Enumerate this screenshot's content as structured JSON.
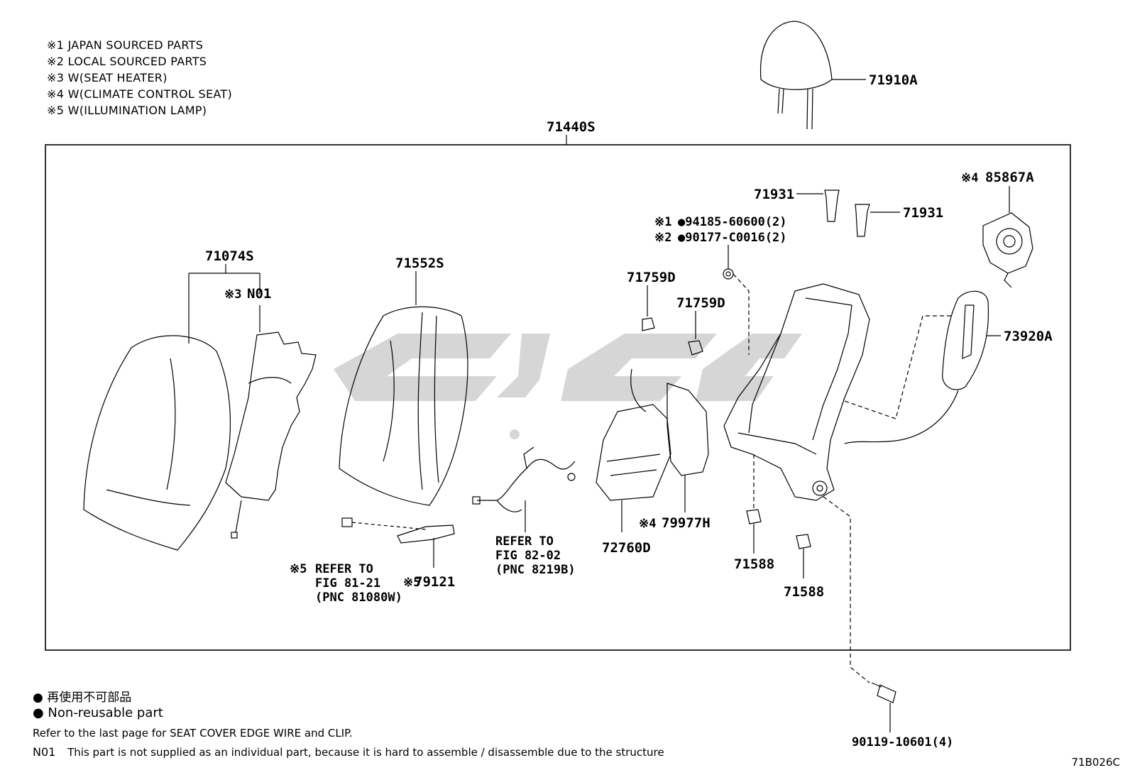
{
  "notes": [
    "※1 JAPAN SOURCED PARTS",
    "※2 LOCAL SOURCED PARTS",
    "※3 W(SEAT HEATER)",
    "※4 W(CLIMATE CONTROL SEAT)",
    "※5 W(ILLUMINATION LAMP)"
  ],
  "parts": {
    "headrest": "71910A",
    "assembly": "71440S",
    "cover": "71074S",
    "heater_mark": "※3",
    "heater": "N01",
    "pad": "71552S",
    "clip_d1": "71759D",
    "clip_d2": "71759D",
    "nut_mark1": "※1",
    "nut_part1": "●94185-60600(2)",
    "nut_mark2": "※2",
    "nut_part2": "●90177-C0016(2)",
    "guide1": "71931",
    "guide2": "71931",
    "fan_mark": "※4",
    "fan": "85867A",
    "airbag": "73920A",
    "duct_mark": "※4",
    "duct": "79977H",
    "lumbar": "72760D",
    "clip_a1": "71588",
    "clip_a2": "71588",
    "lamp_mark": "※5",
    "lamp": "79121",
    "bolt": "90119-10601(4)"
  },
  "refs": {
    "lamp_ref_mark": "※5",
    "lamp_ref": [
      "REFER TO",
      "FIG 81-21",
      "(PNC 81080W)"
    ],
    "wire_ref": [
      "REFER TO",
      "FIG 82-02",
      "(PNC 8219B)"
    ]
  },
  "legend": {
    "jp": "● 再使用不可部品",
    "en": "● Non-reusable part"
  },
  "footer": {
    "edge_wire": "Refer to the last page for SEAT COVER EDGE WIRE and CLIP.",
    "n01_label": "N01",
    "n01_text": "This part is not supplied as an individual part, because it is hard to assemble / disassemble due to the structure"
  },
  "figure_code": "71B026C"
}
